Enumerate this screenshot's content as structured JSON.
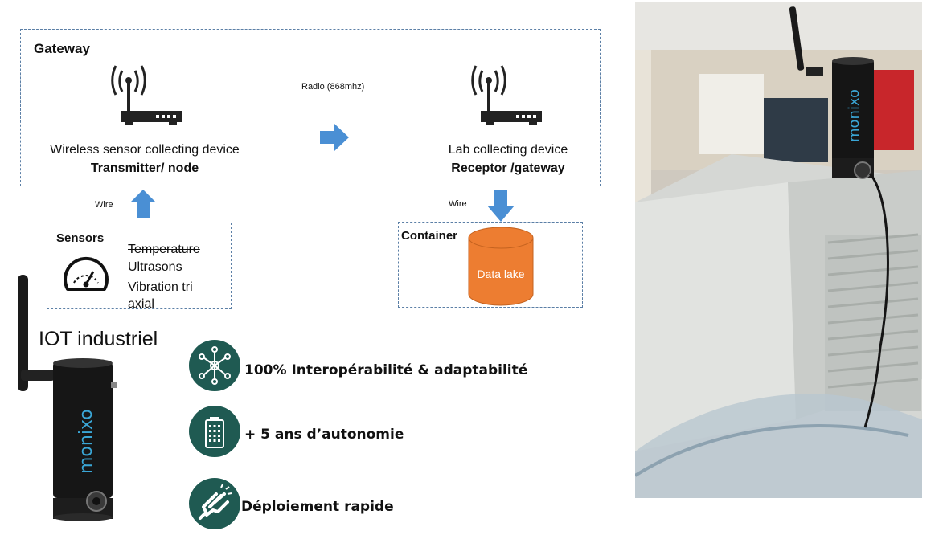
{
  "gateway": {
    "title": "Gateway",
    "radio_label": "Radio (868mhz)",
    "transmitter": {
      "line1": "Wireless sensor collecting device",
      "line2": "Transmitter/ node"
    },
    "receptor": {
      "line1": "Lab collecting device",
      "line2": "Receptor /gateway"
    }
  },
  "wire_left": "Wire",
  "wire_right": "Wire",
  "sensors": {
    "title": "Sensors",
    "items": [
      "Temperature",
      "Ultrasons",
      "Vibration tri axial"
    ]
  },
  "container": {
    "title": "Container",
    "data_lake": "Data lake"
  },
  "device": {
    "heading": "IOT industriel",
    "brand": "monixo"
  },
  "features": [
    {
      "label": "100% Interopérabilité & adaptabilité",
      "icon": "network-icon"
    },
    {
      "label": "+ 5 ans d’autonomie",
      "icon": "battery-icon"
    },
    {
      "label": "Déploiement rapide",
      "icon": "hand-snap-icon"
    }
  ],
  "photo": {
    "brand": "monixo"
  },
  "colors": {
    "dash": "#5b7fa6",
    "arrow": "#4a8fd4",
    "cylinder": "#ed7d31",
    "feature_circle": "#1f5a52"
  }
}
